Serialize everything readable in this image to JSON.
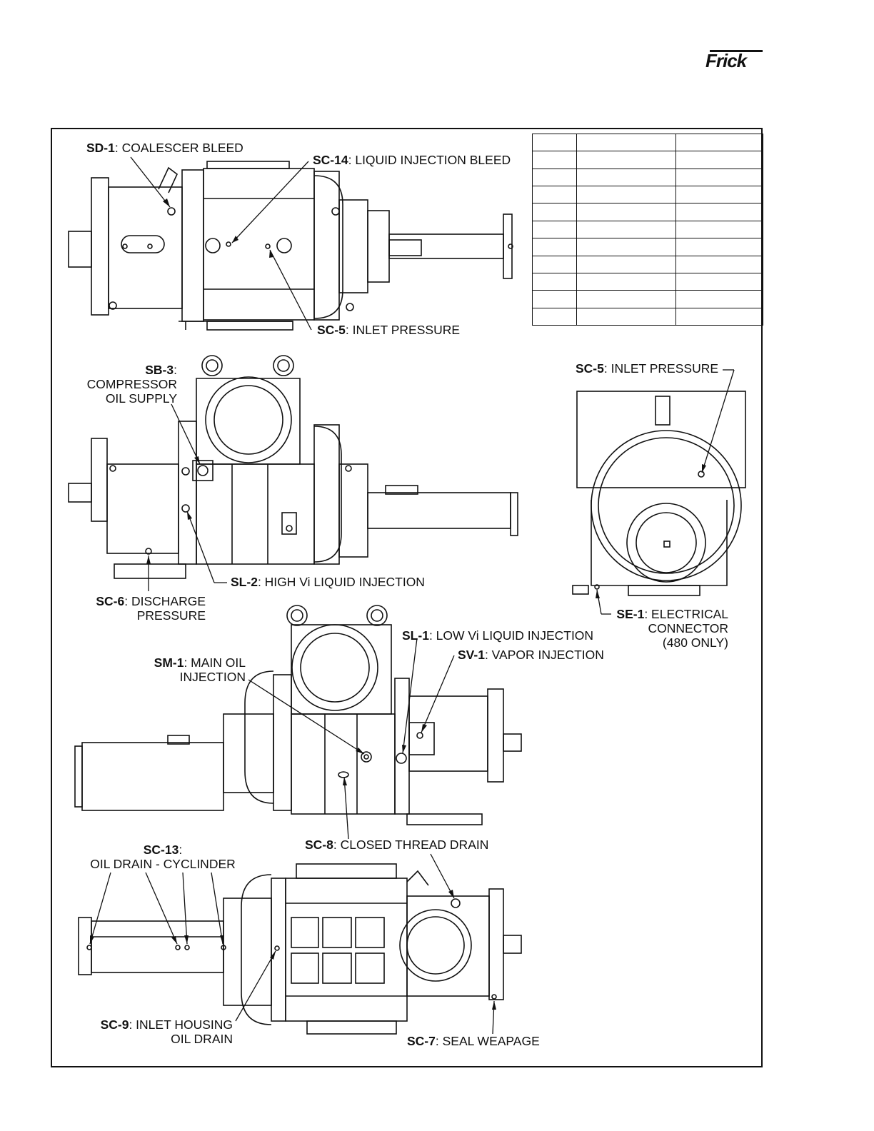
{
  "brand": {
    "logo_text": "Frick"
  },
  "ref_table": {
    "rows": 11,
    "cols": 3
  },
  "labels": {
    "sd1": {
      "code": "SD-1",
      "text": ": COALESCER BLEED"
    },
    "sc14": {
      "code": "SC-14",
      "text": ": LIQUID INJECTION BLEED"
    },
    "sc5_top": {
      "code": "SC-5",
      "text": ": INLET PRESSURE"
    },
    "sb3": {
      "code": "SB-3",
      "text": ":",
      "line2": "COMPRESSOR",
      "line3": "OIL SUPPLY"
    },
    "sc5_right": {
      "code": "SC-5",
      "text": ": INLET PRESSURE"
    },
    "sl2": {
      "code": "SL-2",
      "text": ": HIGH Vi LIQUID INJECTION"
    },
    "sc6": {
      "code": "SC-6",
      "text": ": DISCHARGE",
      "line2": "PRESSURE"
    },
    "se1": {
      "code": "SE-1",
      "text": ": ELECTRICAL",
      "line2": "CONNECTOR",
      "line3": "(480 ONLY)"
    },
    "sl1": {
      "code": "SL-1",
      "text": ": LOW Vi LIQUID INJECTION"
    },
    "sv1": {
      "code": "SV-1",
      "text": ": VAPOR INJECTION"
    },
    "sm1": {
      "code": "SM-1",
      "text": ": MAIN OIL",
      "line2": "INJECTION"
    },
    "sc8": {
      "code": "SC-8",
      "text": ": CLOSED THREAD DRAIN"
    },
    "sc13": {
      "code": "SC-13",
      "text": ":",
      "line2": "OIL DRAIN - CYCLINDER"
    },
    "sc9": {
      "code": "SC-9",
      "text": ": INLET HOUSING",
      "line2": "OIL DRAIN"
    },
    "sc7": {
      "code": "SC-7",
      "text": ": SEAL WEAPAGE"
    }
  },
  "colors": {
    "ink": "#111111",
    "background": "#ffffff"
  }
}
